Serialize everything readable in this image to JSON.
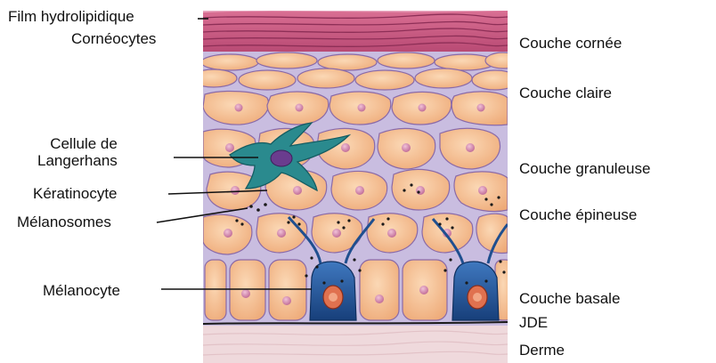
{
  "labels_left": {
    "film": "Film hydrolipidique",
    "corneocytes": "Cornéocytes",
    "langerhans_line1": "Cellule de",
    "langerhans_line2": "Langerhans",
    "keratinocyte": "Kératinocyte",
    "melanosomes": "Mélanosomes",
    "melanocyte": "Mélanocyte"
  },
  "labels_right": {
    "cornee": "Couche cornée",
    "claire": "Couche claire",
    "granuleuse": "Couche granuleuse",
    "epineuse": "Couche épineuse",
    "basale": "Couche basale",
    "jde": "JDE",
    "derme": "Derme"
  },
  "colors": {
    "stratum_corneum": "#c8587e",
    "cell_fill": "#f6c295",
    "nucleus": "#d98aac",
    "interstitial": "#c9bde0",
    "langerhans": "#2a8a8e",
    "melanocyte": "#1f4f8f",
    "dermis": "#efd9dc"
  }
}
